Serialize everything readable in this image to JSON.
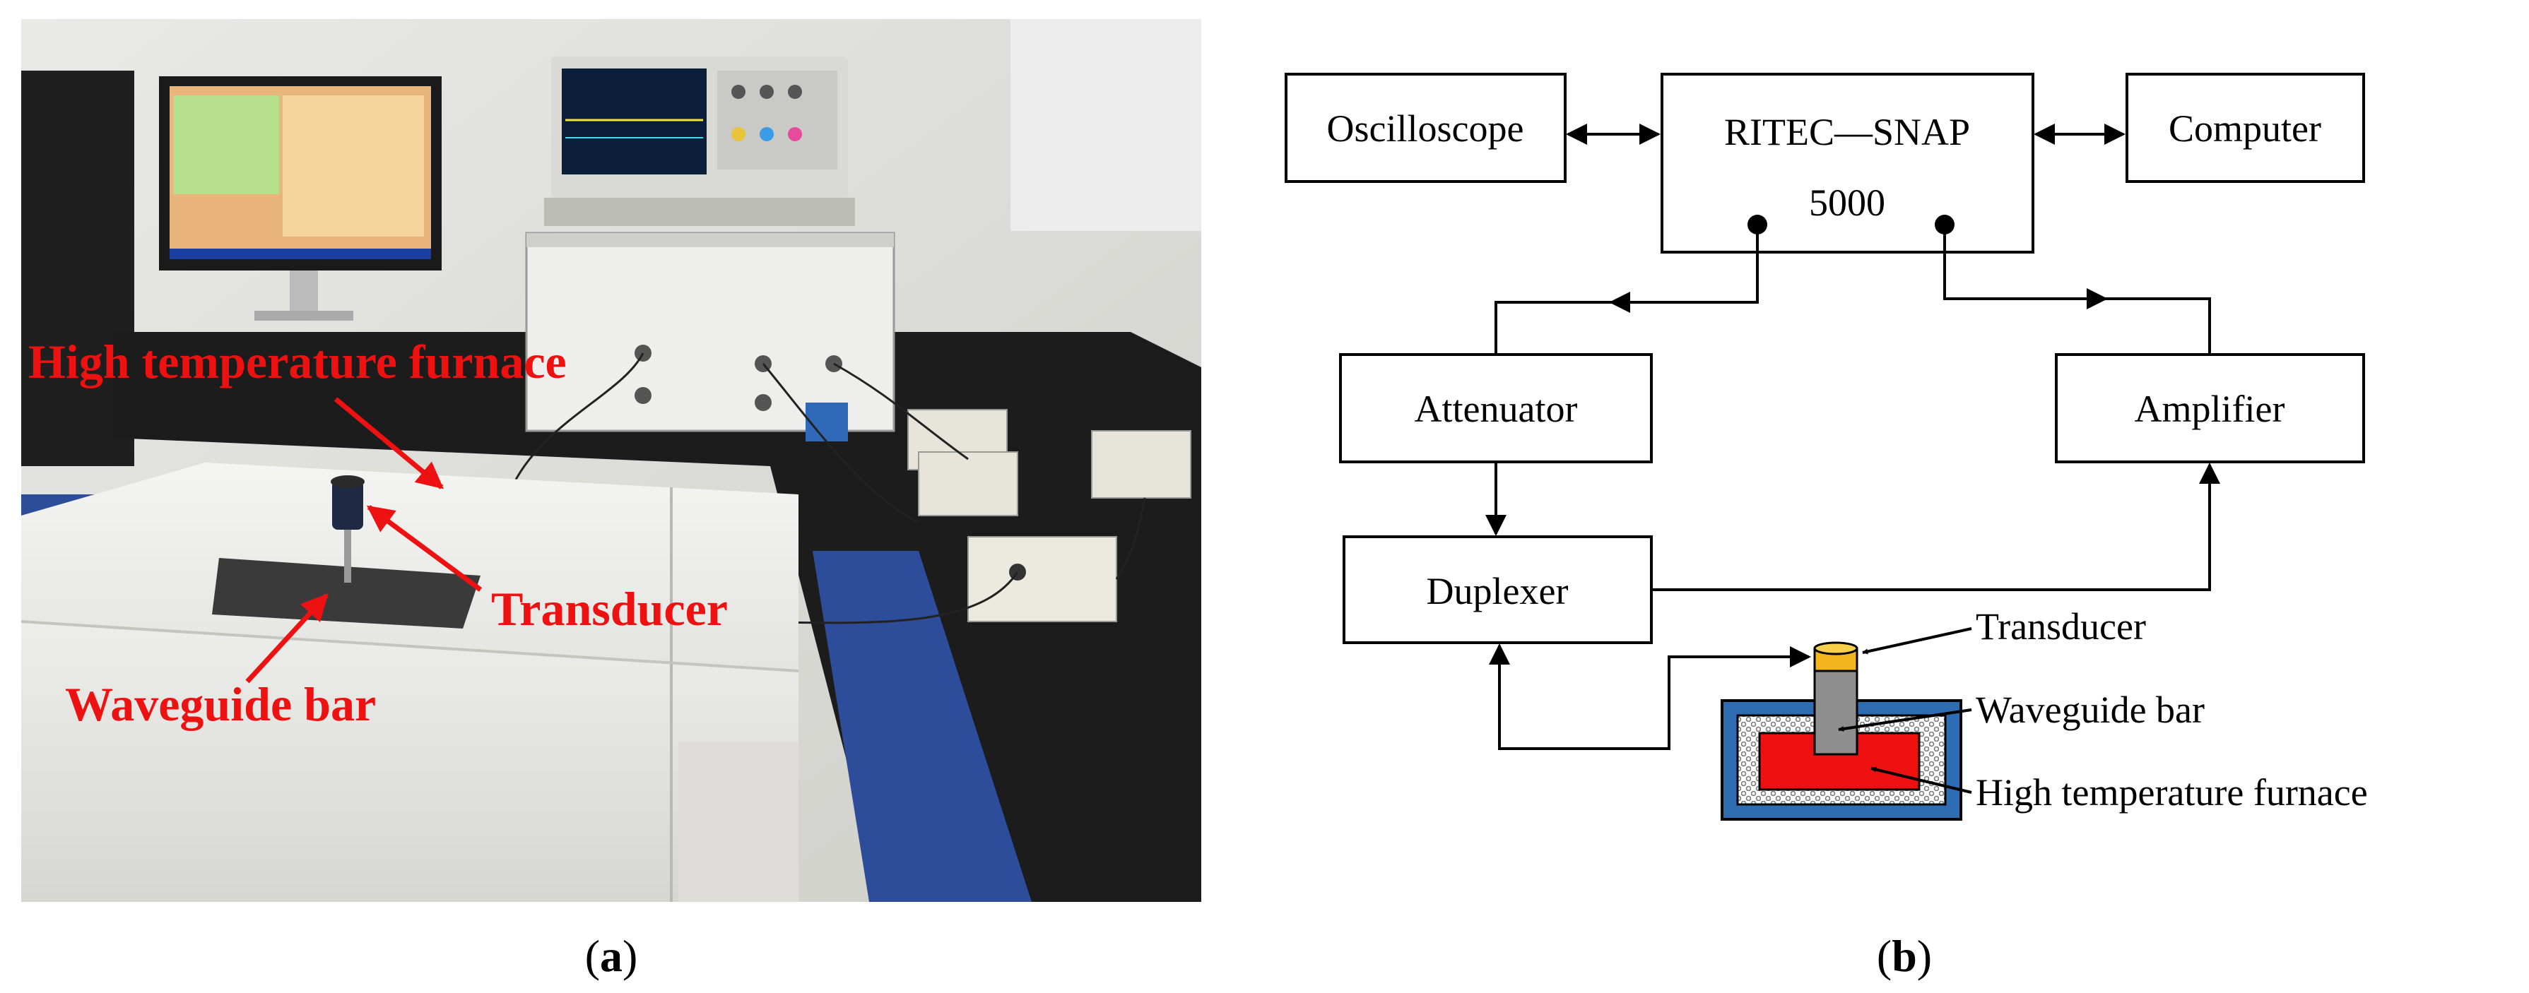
{
  "photo": {
    "label_furnace": "High temperature furnace",
    "label_transducer": "Transducer",
    "label_waveguide": "Waveguide bar",
    "annotation_color": "#ee1111"
  },
  "diagram": {
    "oscilloscope": "Oscilloscope",
    "ritec_line1": "RITEC—SNAP",
    "ritec_line2": "5000",
    "computer": "Computer",
    "attenuator": "Attenuator",
    "amplifier": "Amplifier",
    "duplexer": "Duplexer",
    "transducer": "Transducer",
    "waveguide": "Waveguide bar",
    "furnace": "High temperature furnace",
    "colors": {
      "furnace_shell": "#2f6db3",
      "furnace_core": "#ee1111",
      "waveguide_bar": "#8e8e8e",
      "transducer_cap": "#f2b51c"
    }
  },
  "captions": {
    "a_open": "(",
    "a_letter": "a",
    "a_close": ")",
    "b_open": "(",
    "b_letter": "b",
    "b_close": ")"
  }
}
